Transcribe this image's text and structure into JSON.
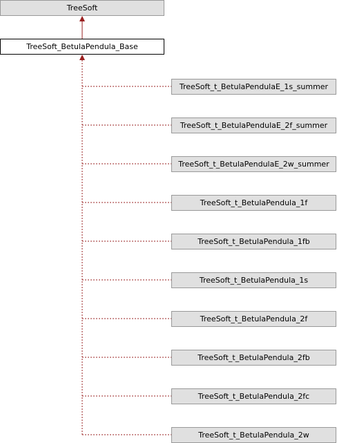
{
  "diagram": {
    "root": {
      "label": "TreeSoft"
    },
    "base": {
      "label": "TreeSoft_BetulaPendula_Base"
    },
    "children": [
      {
        "label": "TreeSoft_t_BetulaPendulaE_1s_summer"
      },
      {
        "label": "TreeSoft_t_BetulaPendulaE_2f_summer"
      },
      {
        "label": "TreeSoft_t_BetulaPendulaE_2w_summer"
      },
      {
        "label": "TreeSoft_t_BetulaPendula_1f"
      },
      {
        "label": "TreeSoft_t_BetulaPendula_1fb"
      },
      {
        "label": "TreeSoft_t_BetulaPendula_1s"
      },
      {
        "label": "TreeSoft_t_BetulaPendula_2f"
      },
      {
        "label": "TreeSoft_t_BetulaPendula_2fb"
      },
      {
        "label": "TreeSoft_t_BetulaPendula_2fc"
      },
      {
        "label": "TreeSoft_t_BetulaPendula_2w"
      }
    ]
  },
  "colors": {
    "node_fill": "#e0e0e0",
    "node_border": "#999999",
    "current_node_fill": "#ffffff",
    "current_node_border": "#000000",
    "edge": "#9a2020"
  }
}
